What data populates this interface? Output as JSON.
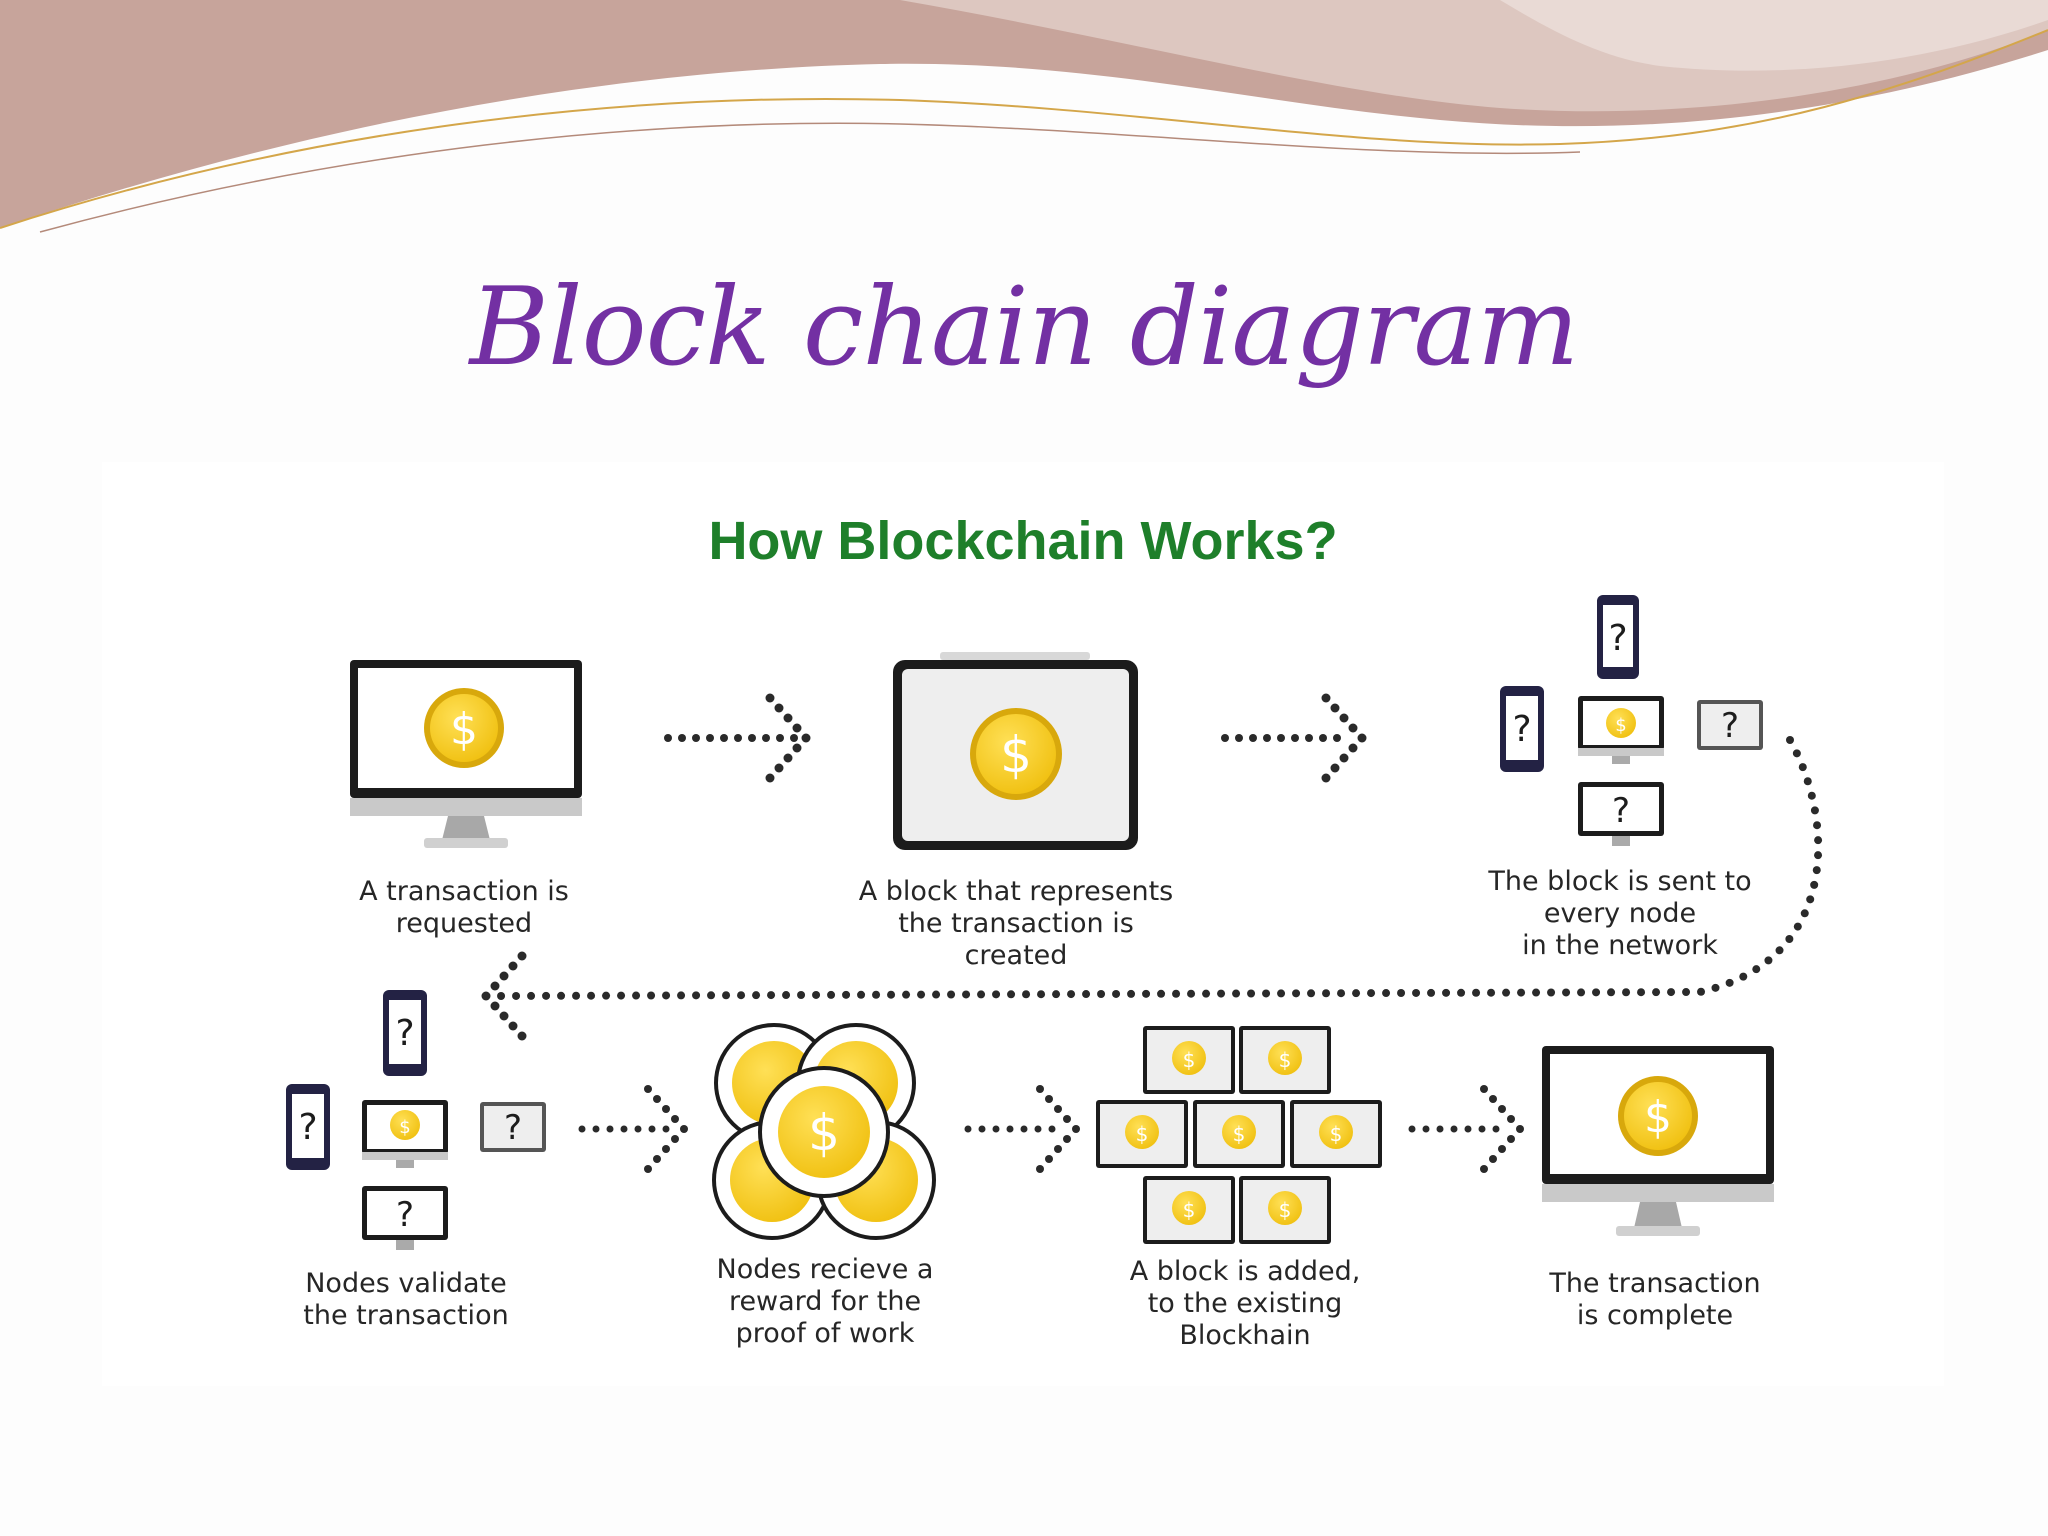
{
  "slide": {
    "title": "Block chain diagram",
    "title_color": "#7330a3"
  },
  "diagram": {
    "title": "How Blockchain Works?",
    "title_color": "#1e7f2a",
    "coin_color": "#f2c615",
    "coin_symbol": "$",
    "unknown_symbol": "?",
    "steps": [
      {
        "caption": "A transaction is\nrequested",
        "icon": "monitor-coin-icon"
      },
      {
        "caption": "A block that represents\nthe transaction is created",
        "icon": "tablet-coin-icon"
      },
      {
        "caption": "The block is sent to\nevery node\nin the network",
        "icon": "device-network-icon"
      },
      {
        "caption": "Nodes validate\nthe transaction",
        "icon": "device-network-icon"
      },
      {
        "caption": "Nodes recieve a\nreward for the\nproof of work",
        "icon": "coin-cluster-icon"
      },
      {
        "caption": "A block is added,\nto the existing\nBlockhain",
        "icon": "block-grid-icon"
      },
      {
        "caption": "The transaction\nis complete",
        "icon": "monitor-coin-icon"
      }
    ]
  }
}
